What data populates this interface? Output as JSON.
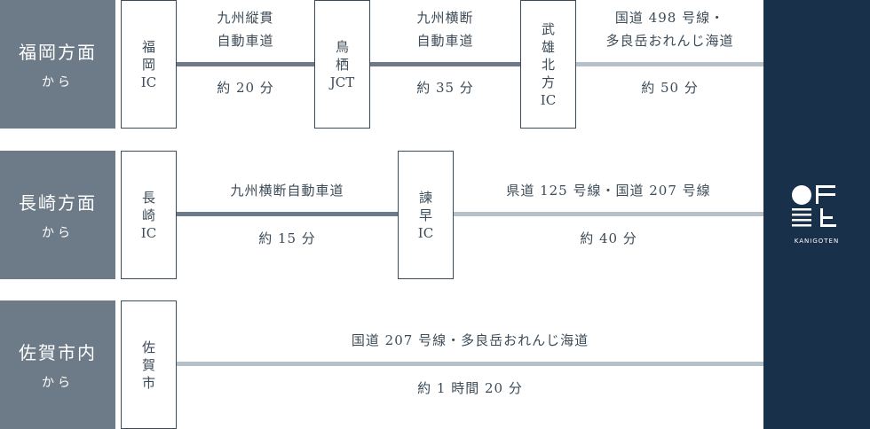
{
  "routes": [
    {
      "origin_name": "福岡方面",
      "origin_suffix": "から",
      "nodes": [
        "福\n岡\nIC",
        "鳥\n栖\nJCT",
        "武\n雄\n北\n方\nIC"
      ],
      "segments": [
        {
          "road": "九州縦貫\n自動車道",
          "time": "約 20 分"
        },
        {
          "road": "九州横断\n自動車道",
          "time": "約 35 分"
        },
        {
          "road": "国道 498 号線・\n多良岳おれんじ海道",
          "time": "約 50 分"
        }
      ]
    },
    {
      "origin_name": "長崎方面",
      "origin_suffix": "から",
      "nodes": [
        "長\n崎\nIC",
        "諫\n早\nIC"
      ],
      "segments": [
        {
          "road": "九州横断自動車道",
          "time": "約 15 分"
        },
        {
          "road": "県道 125 号線・国道 207 号線",
          "time": "約 40 分"
        }
      ]
    },
    {
      "origin_name": "佐賀市内",
      "origin_suffix": "から",
      "nodes": [
        "佐\n賀\n市"
      ],
      "segments": [
        {
          "road": "国道 207 号線・多良岳おれんじ海道",
          "time": "約 1 時間 20 分"
        }
      ]
    }
  ],
  "destination": {
    "brand": "KANIGOTEN",
    "logo": "kanigoten-logo-icon"
  },
  "colors": {
    "origin_bg": "#6d7a87",
    "dest_bg": "#19304a",
    "line_dark": "#6d7a87",
    "line_light": "#b6c0c8"
  }
}
